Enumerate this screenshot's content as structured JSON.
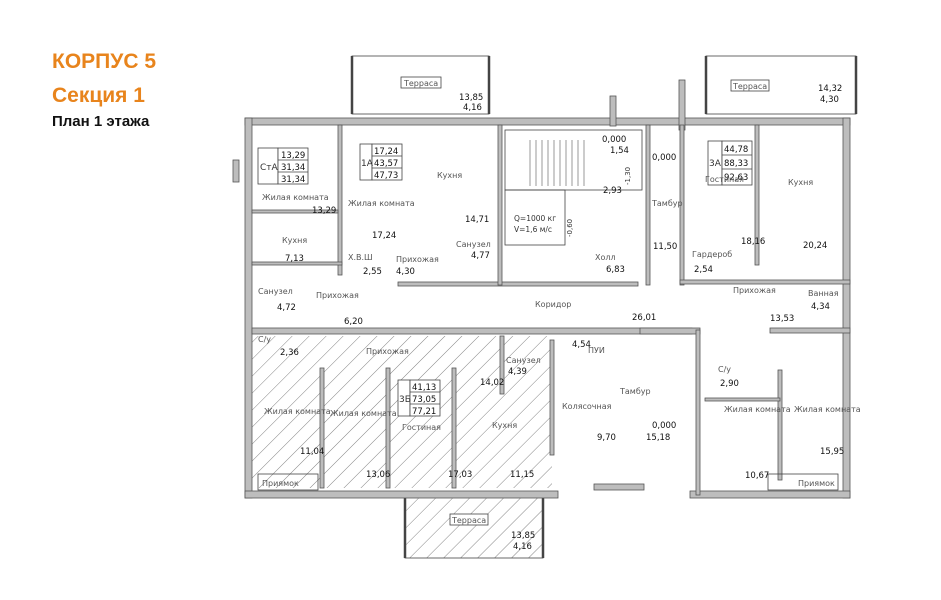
{
  "header": {
    "building": "КОРПУС 5",
    "section": "Секция 1",
    "floor_plan": "План 1 этажа"
  },
  "colors": {
    "accent": "#e8841c",
    "wall": "#bdbdbd",
    "hatch": "#555555"
  },
  "terraces": {
    "label": "Терраса",
    "left": {
      "a": "13,85",
      "b": "4,16"
    },
    "right": {
      "a": "14,32",
      "b": "4,30"
    },
    "bottom": {
      "a": "13,85",
      "b": "4,16"
    }
  },
  "apartments": {
    "st_a": {
      "code": "СтА",
      "v1": "13,29",
      "v2": "31,34",
      "v3": "31,34"
    },
    "a1": {
      "code": "1А",
      "v1": "17,24",
      "v2": "43,57",
      "v3": "47,73"
    },
    "a3": {
      "code": "3А",
      "v1": "44,78",
      "v2": "88,33",
      "v3": "92,63"
    },
    "b3": {
      "code": "3Б",
      "v1": "41,13",
      "v2": "73,05",
      "v3": "77,21"
    }
  },
  "rooms": {
    "living": "Жилая комната",
    "kitchen": "Кухня",
    "hall": "Прихожая",
    "bathroom": "Санузел",
    "lobby": "Холл",
    "corridor": "Коридор",
    "vestibule": "Тамбур",
    "wardrobe": "Гардероб",
    "bath": "Ванная",
    "wc": "С/у",
    "stroller": "Колясочная",
    "pit": "Приямок",
    "guest": "Гостиная",
    "pui": "ПУИ",
    "storage": "Х.В.Ш"
  },
  "levels": {
    "l1": "0,000",
    "l2": "0,000",
    "l3": "0,000",
    "e130": "-1,30",
    "e060": "-0,60"
  },
  "elevator": {
    "capacity": "Q=1000 кг",
    "speed": "V=1,6 м/с"
  },
  "areas": {
    "a13_29": "13,29",
    "a7_13": "7,13",
    "a4_72": "4,72",
    "a6_20": "6,20",
    "a2_55": "2,55",
    "a17_24": "17,24",
    "a4_30": "4,30",
    "a14_71": "14,71",
    "a4_77": "4,77",
    "a1_54": "1,54",
    "a2_93": "2,93",
    "a11_50": "11,50",
    "a6_83": "6,83",
    "a26_01": "26,01",
    "a4_54": "4,54",
    "a4_39": "4,39",
    "a18_16": "18,16",
    "a20_24": "20,24",
    "a2_54": "2,54",
    "a4_34": "4,34",
    "a13_53": "13,53",
    "a2_90": "2,90",
    "a10_67": "10,67",
    "a15_95": "15,95",
    "a15_18": "15,18",
    "a9_70": "9,70",
    "a2_36": "2,36",
    "a11_04": "11,04",
    "a13_06": "13,06",
    "a17_03": "17,03",
    "a11_15": "11,15",
    "a14_02": "14,02"
  }
}
